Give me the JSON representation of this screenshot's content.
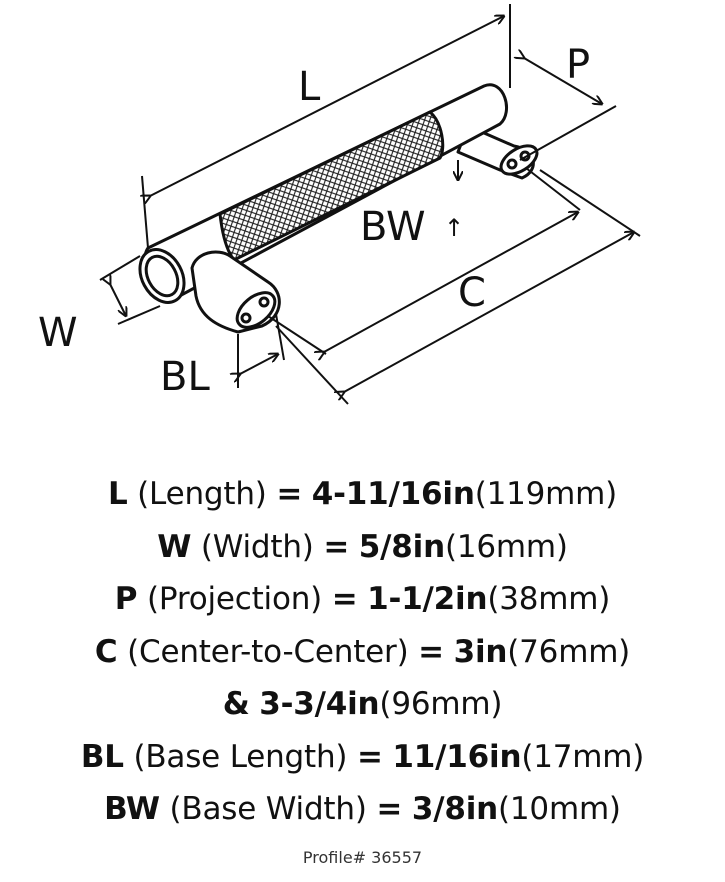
{
  "diagram": {
    "labels": {
      "L": "L",
      "P": "P",
      "BW": "BW",
      "C": "C",
      "W": "W",
      "BL": "BL"
    }
  },
  "specs": [
    {
      "abbr": "L",
      "name": "(Length)",
      "eq": "=",
      "value": "4-11/16in",
      "metric": "(119mm)"
    },
    {
      "abbr": "W",
      "name": "(Width)",
      "eq": "=",
      "value": "5/8in",
      "metric": "(16mm)"
    },
    {
      "abbr": "P",
      "name": "(Projection)",
      "eq": "=",
      "value": "1-1/2in",
      "metric": "(38mm)"
    },
    {
      "abbr": "C",
      "name": "(Center-to-Center)",
      "eq": "=",
      "value": "3in",
      "metric": "(76mm)"
    },
    {
      "abbr": "&",
      "name": "",
      "eq": "",
      "value": "3-3/4in",
      "metric": "(96mm)"
    },
    {
      "abbr": "BL",
      "name": "(Base Length)",
      "eq": "=",
      "value": "11/16in",
      "metric": "(17mm)"
    },
    {
      "abbr": "BW",
      "name": "(Base Width)",
      "eq": "=",
      "value": "3/8in",
      "metric": "(10mm)"
    }
  ],
  "profile": "Profile# 36557"
}
